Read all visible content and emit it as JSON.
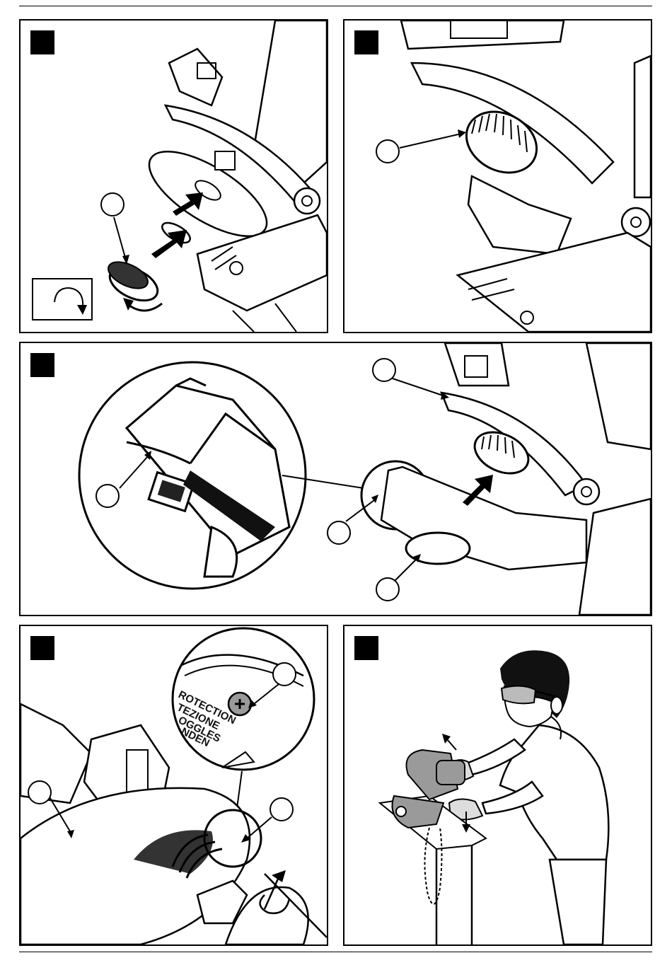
{
  "figures": [
    {
      "id": "fig-1",
      "badge": ""
    },
    {
      "id": "fig-2",
      "badge": ""
    },
    {
      "id": "fig-3",
      "badge": ""
    },
    {
      "id": "fig-4",
      "badge": ""
    },
    {
      "id": "fig-5",
      "badge": ""
    }
  ],
  "guard_label_lines": [
    "ROTECTION",
    "TEZIONE",
    "OGGLES",
    "NDEN"
  ],
  "colors": {
    "ink": "#000000",
    "paper": "#ffffff",
    "shade": "#9a9a9a"
  },
  "icons": [
    "rotation-arrow-icon",
    "push-arrow-icon",
    "callout-leader-icon",
    "screw-icon"
  ]
}
